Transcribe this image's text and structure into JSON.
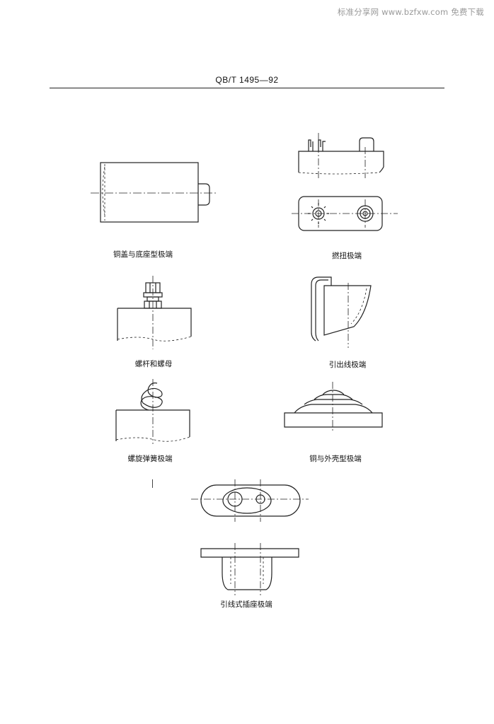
{
  "watermark": "标准分享网 www.bzfxw.com 免费下载",
  "header": {
    "standard_number": "QB/T 1495—92"
  },
  "figures": [
    {
      "caption": "铜盖与底座型极端"
    },
    {
      "caption": "撚扭极端"
    },
    {
      "caption": "螺杆和螺母"
    },
    {
      "caption": "引出线极端"
    },
    {
      "caption": "螺旋弹簧极端"
    },
    {
      "caption": "铜与外壳型极端"
    },
    {
      "caption": "引线式插座极端"
    }
  ]
}
